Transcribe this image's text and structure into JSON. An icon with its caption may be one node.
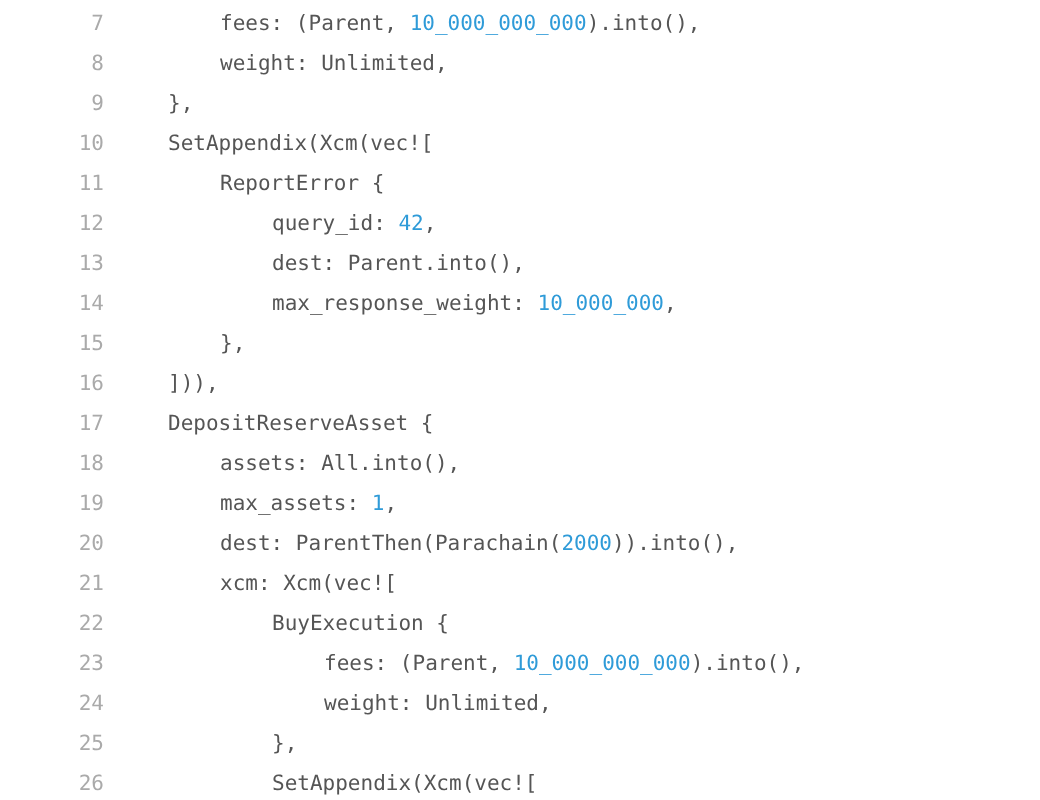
{
  "diagram": {
    "labels": [
      "7",
      "fees: (Parent, 10_000_000_000).into(),",
      "8",
      "weight: Unlimited,",
      "9",
      "},",
      "10",
      "SetAppendix(Xcm(vec![",
      "11",
      "ReportError {",
      "12",
      "query_id: 42,",
      "13",
      "dest: Parent.into(),",
      "14",
      "max_response_weight: 10_000_000,",
      "15",
      "},",
      "16",
      "])),",
      "17",
      "DepositReserveAsset {",
      "18",
      "assets: All.into(),",
      "19",
      "max_assets: 1,",
      "20",
      "dest: ParentThen(Parachain(2000)).into(),",
      "21",
      "xcm: Xcm(vec![",
      "22",
      "BuyExecution {",
      "23",
      "fees: (Parent, 10_000_000_000).into(),",
      "24",
      "weight: Unlimited,",
      "25",
      "},",
      "26",
      "SetAppendix(Xcm(vec!["
    ]
  }
}
